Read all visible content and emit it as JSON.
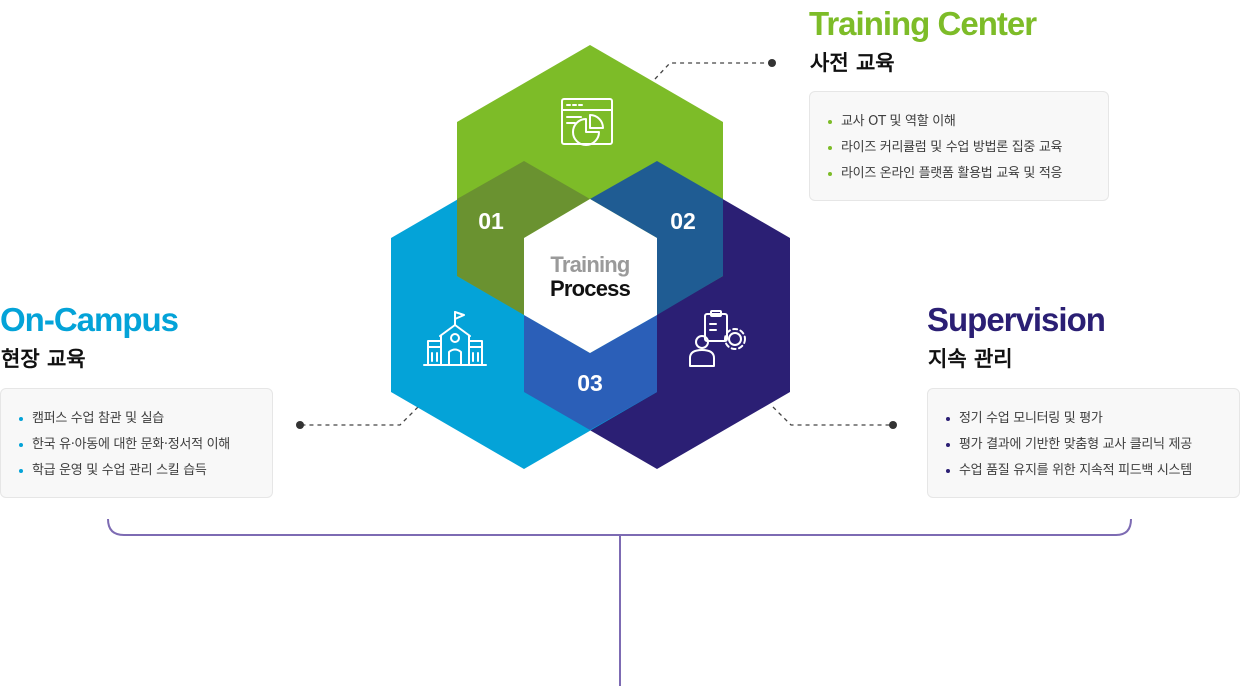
{
  "colors": {
    "training": "#7dbc28",
    "campus": "#04a3d8",
    "supervision": "#2b1f74",
    "bracket": "#7d6bb3",
    "overlap01": "#6a9230",
    "overlap02": "#1f5c93",
    "overlap03": "#2b5fb8"
  },
  "center": {
    "line1": "Training",
    "line2": "Process"
  },
  "overlaps": {
    "o1": "01",
    "o2": "02",
    "o3": "03"
  },
  "training_center": {
    "title": "Training Center",
    "subtitle": "사전 교육",
    "items": [
      "교사 OT 및 역할 이해",
      "라이즈 커리큘럼 및 수업 방법론 집중 교육",
      "라이즈 온라인 플랫폼 활용법 교육 및 적응"
    ]
  },
  "on_campus": {
    "title": "On-Campus",
    "subtitle": "현장 교육",
    "items": [
      "캠퍼스 수업 참관 및 실습",
      "한국 유·아동에 대한 문화·정서적 이해",
      "학급 운영 및 수업 관리 스킬 습득"
    ]
  },
  "supervision": {
    "title": "Supervision",
    "subtitle": "지속 관리",
    "items": [
      "정기 수업 모니터링 및 평가",
      "평가 결과에 기반한 맞춤형 교사 클리닉 제공",
      "수업 품질 유지를 위한 지속적 피드백 시스템"
    ]
  },
  "icons": {
    "training": "presentation-chart-icon",
    "campus": "school-building-icon",
    "supervision": "teacher-gear-icon"
  }
}
